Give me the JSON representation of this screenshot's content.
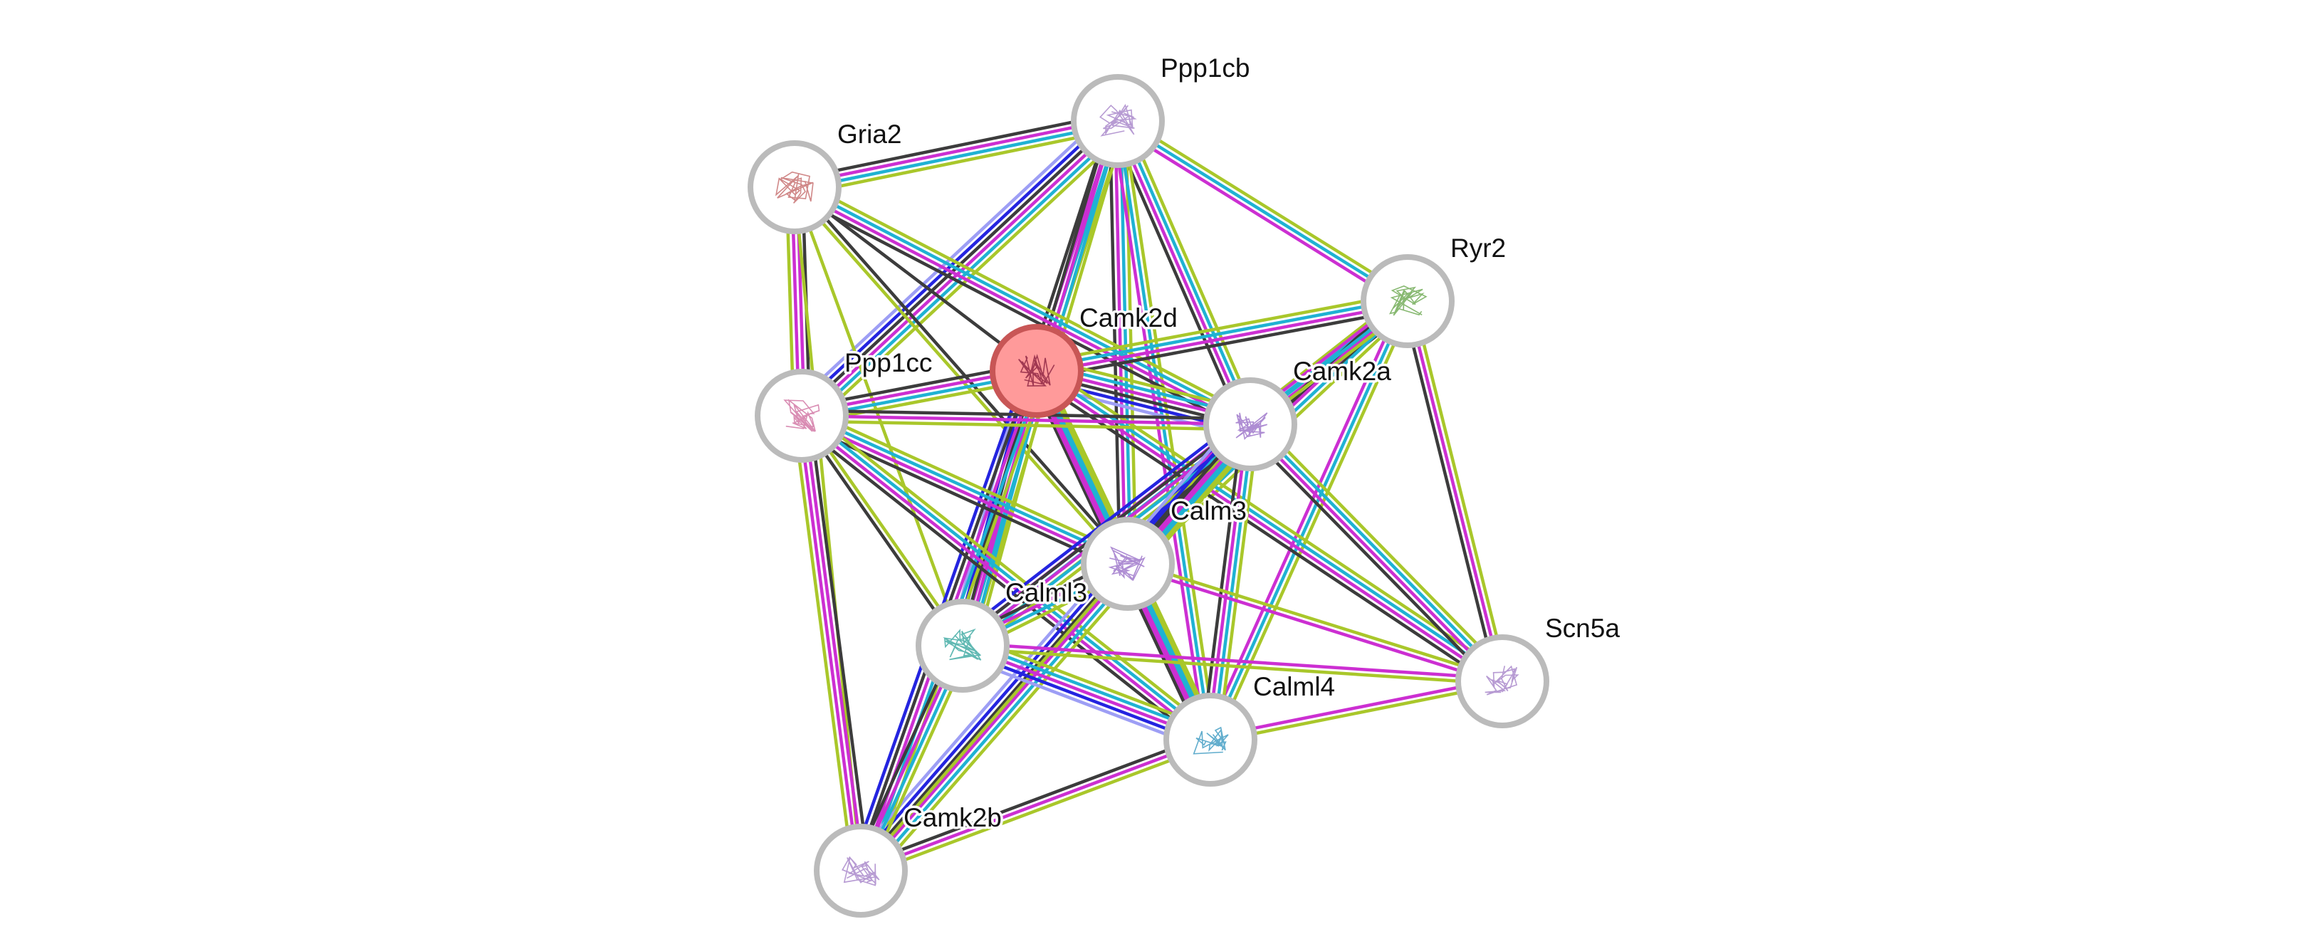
{
  "network": {
    "query_node": "Camk2d",
    "evidence_colors": {
      "textmining": "#a9c72a",
      "database": "#1fb2d3",
      "experiments": "#cc2fd2",
      "coexpression": "#3c3c3c",
      "cooccurrence": "#2424e0",
      "homology": "#9d9ef5"
    },
    "query_node_fill": "#ff9a9a",
    "query_node_border": "#c85656",
    "node_border": "#bbbbbb",
    "nodes": [
      {
        "id": "Ppp1cb",
        "label": "Ppp1cb",
        "structure_color": "#a582c8"
      },
      {
        "id": "Gria2",
        "label": "Gria2",
        "structure_color": "#c46a6a"
      },
      {
        "id": "Ryr2",
        "label": "Ryr2",
        "structure_color": "#6aa84f"
      },
      {
        "id": "Camk2d",
        "label": "Camk2d",
        "structure_color": "#8a2040"
      },
      {
        "id": "Ppp1cc",
        "label": "Ppp1cc",
        "structure_color": "#d070a0"
      },
      {
        "id": "Camk2a",
        "label": "Camk2a",
        "structure_color": "#9a70c8"
      },
      {
        "id": "Calm3",
        "label": "Calm3",
        "structure_color": "#9a70c8"
      },
      {
        "id": "Calml3",
        "label": "Calml3",
        "structure_color": "#3aa8a0"
      },
      {
        "id": "Scn5a",
        "label": "Scn5a",
        "structure_color": "#a582c8"
      },
      {
        "id": "Calml4",
        "label": "Calml4",
        "structure_color": "#3a98c0"
      },
      {
        "id": "Camk2b",
        "label": "Camk2b",
        "structure_color": "#a582c8"
      }
    ],
    "edges": [
      {
        "a": "Ppp1cb",
        "b": "Gria2",
        "evidence": [
          "textmining",
          "database",
          "experiments",
          "coexpression"
        ]
      },
      {
        "a": "Ppp1cb",
        "b": "Ryr2",
        "evidence": [
          "textmining",
          "database",
          "experiments"
        ]
      },
      {
        "a": "Ppp1cb",
        "b": "Camk2d",
        "evidence": [
          "textmining",
          "database",
          "experiments",
          "coexpression"
        ]
      },
      {
        "a": "Ppp1cb",
        "b": "Ppp1cc",
        "evidence": [
          "textmining",
          "database",
          "experiments",
          "coexpression",
          "cooccurrence",
          "homology"
        ]
      },
      {
        "a": "Ppp1cb",
        "b": "Camk2a",
        "evidence": [
          "textmining",
          "database",
          "experiments",
          "coexpression"
        ]
      },
      {
        "a": "Ppp1cb",
        "b": "Calm3",
        "evidence": [
          "textmining",
          "database",
          "experiments",
          "coexpression"
        ]
      },
      {
        "a": "Ppp1cb",
        "b": "Calml3",
        "evidence": [
          "textmining",
          "database",
          "experiments",
          "coexpression"
        ]
      },
      {
        "a": "Ppp1cb",
        "b": "Calml4",
        "evidence": [
          "textmining",
          "database",
          "experiments"
        ]
      },
      {
        "a": "Gria2",
        "b": "Ppp1cc",
        "evidence": [
          "coexpression",
          "experiments",
          "experiments",
          "textmining"
        ]
      },
      {
        "a": "Gria2",
        "b": "Camk2d",
        "evidence": [
          "coexpression"
        ]
      },
      {
        "a": "Gria2",
        "b": "Camk2a",
        "evidence": [
          "textmining",
          "database",
          "experiments",
          "coexpression"
        ]
      },
      {
        "a": "Gria2",
        "b": "Calm3",
        "evidence": [
          "coexpression",
          "textmining"
        ]
      },
      {
        "a": "Gria2",
        "b": "Calml3",
        "evidence": [
          "textmining"
        ]
      },
      {
        "a": "Gria2",
        "b": "Camk2b",
        "evidence": [
          "textmining"
        ]
      },
      {
        "a": "Ryr2",
        "b": "Camk2d",
        "evidence": [
          "coexpression",
          "experiments",
          "database",
          "textmining"
        ]
      },
      {
        "a": "Ryr2",
        "b": "Camk2a",
        "evidence": [
          "coexpression",
          "experiments",
          "database",
          "textmining"
        ]
      },
      {
        "a": "Ryr2",
        "b": "Calm3",
        "evidence": [
          "textmining",
          "database",
          "experiments",
          "coexpression"
        ]
      },
      {
        "a": "Ryr2",
        "b": "Calml3",
        "evidence": [
          "textmining",
          "database",
          "experiments"
        ]
      },
      {
        "a": "Ryr2",
        "b": "Calml4",
        "evidence": [
          "textmining",
          "database",
          "experiments"
        ]
      },
      {
        "a": "Ryr2",
        "b": "Scn5a",
        "evidence": [
          "textmining",
          "experiments",
          "coexpression"
        ]
      },
      {
        "a": "Camk2d",
        "b": "Ppp1cc",
        "evidence": [
          "textmining",
          "database",
          "experiments",
          "coexpression"
        ]
      },
      {
        "a": "Camk2d",
        "b": "Camk2a",
        "evidence": [
          "textmining",
          "database",
          "experiments",
          "coexpression",
          "cooccurrence",
          "homology"
        ]
      },
      {
        "a": "Camk2d",
        "b": "Calm3",
        "evidence": [
          "textmining",
          "database",
          "experiments",
          "coexpression"
        ]
      },
      {
        "a": "Camk2d",
        "b": "Calml3",
        "evidence": [
          "textmining",
          "database",
          "experiments",
          "coexpression",
          "cooccurrence",
          "homology"
        ]
      },
      {
        "a": "Camk2d",
        "b": "Calml4",
        "evidence": [
          "textmining",
          "database",
          "experiments"
        ]
      },
      {
        "a": "Camk2d",
        "b": "Camk2b",
        "evidence": [
          "textmining",
          "database",
          "experiments",
          "coexpression",
          "cooccurrence"
        ]
      },
      {
        "a": "Camk2d",
        "b": "Scn5a",
        "evidence": [
          "textmining",
          "database",
          "experiments",
          "coexpression"
        ]
      },
      {
        "a": "Ppp1cc",
        "b": "Camk2a",
        "evidence": [
          "coexpression",
          "experiments",
          "textmining"
        ]
      },
      {
        "a": "Ppp1cc",
        "b": "Calm3",
        "evidence": [
          "textmining",
          "database",
          "experiments",
          "coexpression"
        ]
      },
      {
        "a": "Ppp1cc",
        "b": "Calml3",
        "evidence": [
          "textmining",
          "coexpression"
        ]
      },
      {
        "a": "Ppp1cc",
        "b": "Calml4",
        "evidence": [
          "textmining",
          "database",
          "experiments",
          "coexpression"
        ]
      },
      {
        "a": "Ppp1cc",
        "b": "Camk2b",
        "evidence": [
          "coexpression",
          "experiments",
          "experiments",
          "textmining"
        ]
      },
      {
        "a": "Camk2a",
        "b": "Calm3",
        "evidence": [
          "textmining",
          "database",
          "experiments",
          "coexpression",
          "cooccurrence"
        ]
      },
      {
        "a": "Camk2a",
        "b": "Calml3",
        "evidence": [
          "textmining",
          "database",
          "experiments",
          "coexpression",
          "cooccurrence"
        ]
      },
      {
        "a": "Camk2a",
        "b": "Calml4",
        "evidence": [
          "textmining",
          "database",
          "experiments",
          "coexpression"
        ]
      },
      {
        "a": "Camk2a",
        "b": "Camk2b",
        "evidence": [
          "textmining",
          "database",
          "experiments",
          "coexpression",
          "cooccurrence",
          "homology"
        ]
      },
      {
        "a": "Camk2a",
        "b": "Scn5a",
        "evidence": [
          "textmining",
          "database",
          "experiments",
          "coexpression"
        ]
      },
      {
        "a": "Calm3",
        "b": "Calml3",
        "evidence": [
          "textmining",
          "database",
          "experiments",
          "coexpression"
        ]
      },
      {
        "a": "Calm3",
        "b": "Calml4",
        "evidence": [
          "textmining",
          "database",
          "experiments",
          "coexpression"
        ]
      },
      {
        "a": "Calm3",
        "b": "Scn5a",
        "evidence": [
          "textmining",
          "experiments"
        ]
      },
      {
        "a": "Calm3",
        "b": "Camk2b",
        "evidence": [
          "textmining"
        ]
      },
      {
        "a": "Calml3",
        "b": "Calml4",
        "evidence": [
          "textmining",
          "database",
          "experiments",
          "cooccurrence",
          "homology"
        ]
      },
      {
        "a": "Calml3",
        "b": "Scn5a",
        "evidence": [
          "experiments",
          "textmining"
        ]
      },
      {
        "a": "Calml3",
        "b": "Camk2b",
        "evidence": [
          "textmining",
          "database",
          "experiments",
          "coexpression"
        ]
      },
      {
        "a": "Calml4",
        "b": "Scn5a",
        "evidence": [
          "experiments",
          "textmining"
        ]
      },
      {
        "a": "Calml4",
        "b": "Camk2b",
        "evidence": [
          "textmining",
          "experiments",
          "coexpression"
        ]
      }
    ]
  }
}
